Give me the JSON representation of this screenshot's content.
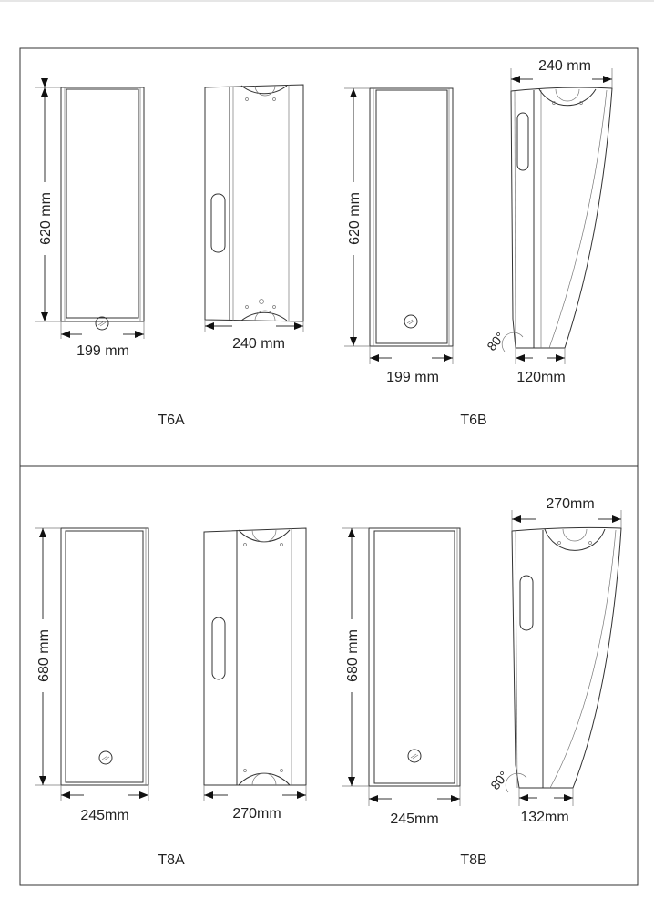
{
  "panels": [
    {
      "model": "T6A",
      "height_dim": "620 mm",
      "front_width_dim": "199 mm",
      "side_width_dim": "240 mm"
    },
    {
      "model": "T6B",
      "height_dim": "620 mm",
      "front_width_dim": "199 mm",
      "top_width_dim": "240 mm",
      "bottom_width_dim": "120mm",
      "angle": "80°"
    },
    {
      "model": "T8A",
      "height_dim": "680 mm",
      "front_width_dim": "245mm",
      "side_width_dim": "270mm"
    },
    {
      "model": "T8B",
      "height_dim": "680 mm",
      "front_width_dim": "245mm",
      "top_width_dim": "270mm",
      "bottom_width_dim": "132mm",
      "angle": "80°"
    }
  ]
}
